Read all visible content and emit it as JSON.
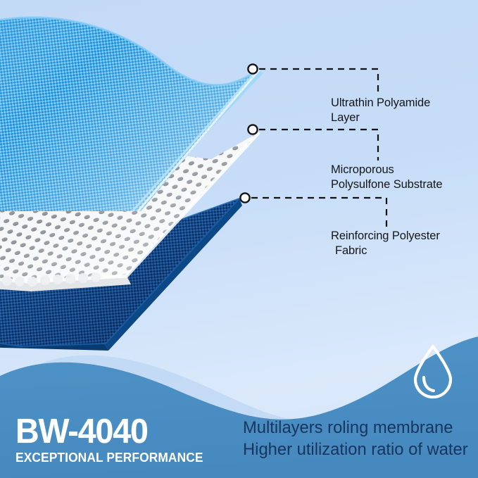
{
  "product": {
    "model": "BW-4040",
    "tagline": "EXCEPTIONAL PERFORMANCE",
    "benefit_line_1": "Multilayers roling membrane",
    "benefit_line_2": "Higher utilization ratio of water",
    "droplet_icon": "water-drop-icon"
  },
  "callouts": [
    {
      "id": "ultrathin-polyamide-layer",
      "line_1": "Ultrathin Polyamide",
      "line_2": "Layer",
      "marker": "callout-marker-dot"
    },
    {
      "id": "microporous-polysulfone-substrate",
      "line_1": "Microporous",
      "line_2": "Polysulfone Substrate",
      "marker": "callout-marker-dot"
    },
    {
      "id": "reinforcing-polyester-fabric",
      "line_1": "Reinforcing Polyester",
      "line_2": "Fabric",
      "marker": "callout-marker-dot"
    }
  ],
  "layers": [
    {
      "id": "polyamide-layer",
      "color": "#2f9fe8"
    },
    {
      "id": "polysulfone-layer",
      "color": "#f2f4f6"
    },
    {
      "id": "polyester-layer",
      "color": "#0f4f93"
    }
  ],
  "colors": {
    "background_top": "#c3daf7",
    "background_mid": "#dbe9fb",
    "banner_blue": "#4b8fc4",
    "banner_text_white": "#ffffff",
    "tagline_navy": "#18355f",
    "callout_text": "#15161a",
    "top_layer_blue": "#2f9fe8",
    "bottom_layer_navy": "#0f4f93"
  }
}
